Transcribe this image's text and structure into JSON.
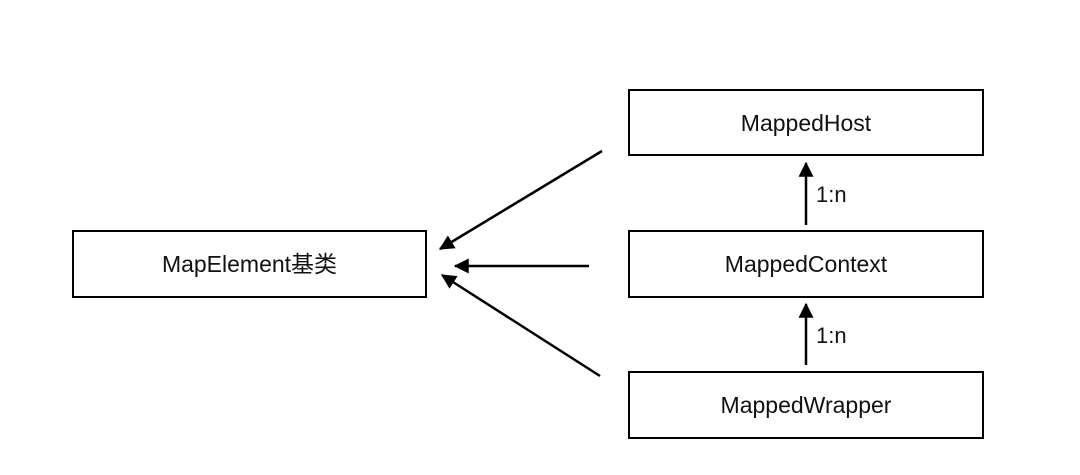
{
  "nodes": {
    "base": {
      "label": "MapElement基类"
    },
    "host": {
      "label": "MappedHost"
    },
    "context": {
      "label": "MappedContext"
    },
    "wrapper": {
      "label": "MappedWrapper"
    }
  },
  "edges": {
    "context_to_host": {
      "label": "1:n"
    },
    "wrapper_to_context": {
      "label": "1:n"
    }
  },
  "colors": {
    "stroke": "#000000",
    "background": "#ffffff",
    "text": "#111111"
  }
}
